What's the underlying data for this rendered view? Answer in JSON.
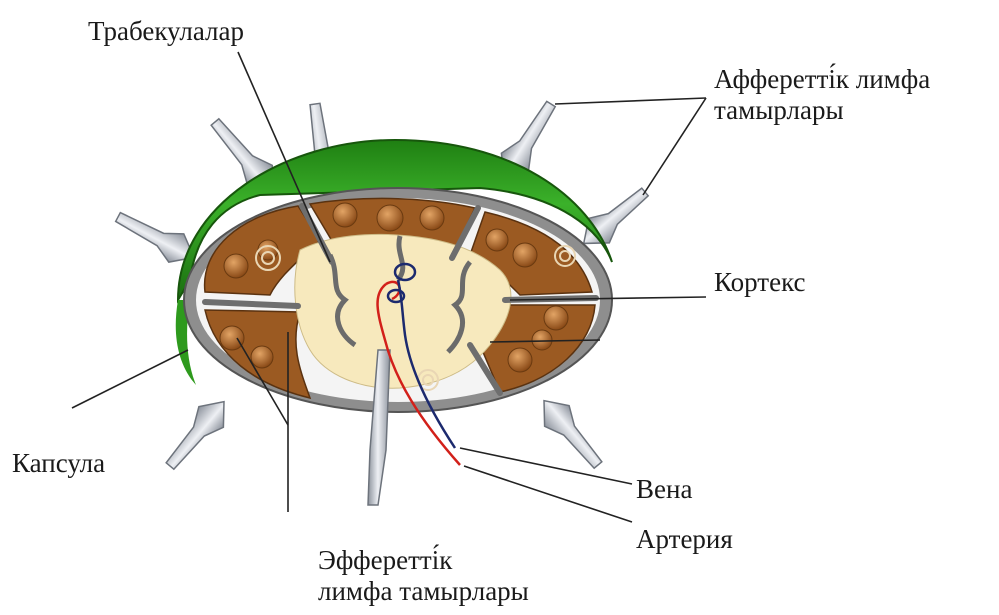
{
  "labels": {
    "trabeculae": "Трабекулалар",
    "afferent_line1": "Афферетті́к лимфа",
    "afferent_line2": "тамырлары",
    "cortex": "Кортекс",
    "capsule": "Капсула",
    "vein": "Вена",
    "artery": "Артерия",
    "efferent_line1": "Эфферетті́к",
    "efferent_line2": "лимфа тамырлары"
  },
  "colors": {
    "capsule_green": "#2f9a1c",
    "capsule_gray": "#8e8e8e",
    "cortex_brown": "#9b5a22",
    "follicle": "#c07a3a",
    "medulla_cream": "#f7e9bd",
    "vessel_gray": "#bfc4cc",
    "artery_red": "#d2201a",
    "vein_navy": "#1c2a6e"
  }
}
